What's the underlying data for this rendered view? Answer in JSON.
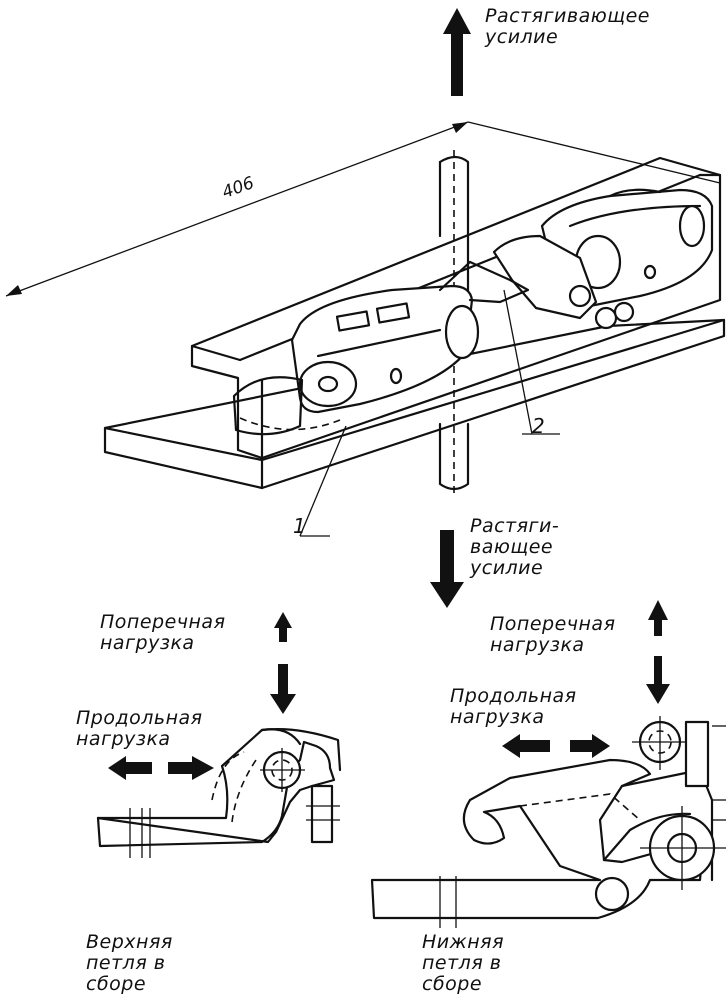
{
  "dimension": "406",
  "callouts": {
    "part1": "1",
    "part2": "2"
  },
  "labels": {
    "top_force": "Растягивающее\nусилие",
    "mid_force": "Растяги-\nвающее\nусилие",
    "left_transverse": "Поперечная\nнагрузка",
    "left_longitudinal": "Продольная\nнагрузка",
    "right_transverse": "Поперечная\nнагрузка",
    "right_longitudinal": "Продольная\nнагрузка",
    "upper_loop": "Верхняя\nпетля в\nсборе",
    "lower_loop": "Нижняя\nпетля в\nсборе"
  },
  "colors": {
    "ink": "#111111",
    "paper": "#ffffff"
  }
}
